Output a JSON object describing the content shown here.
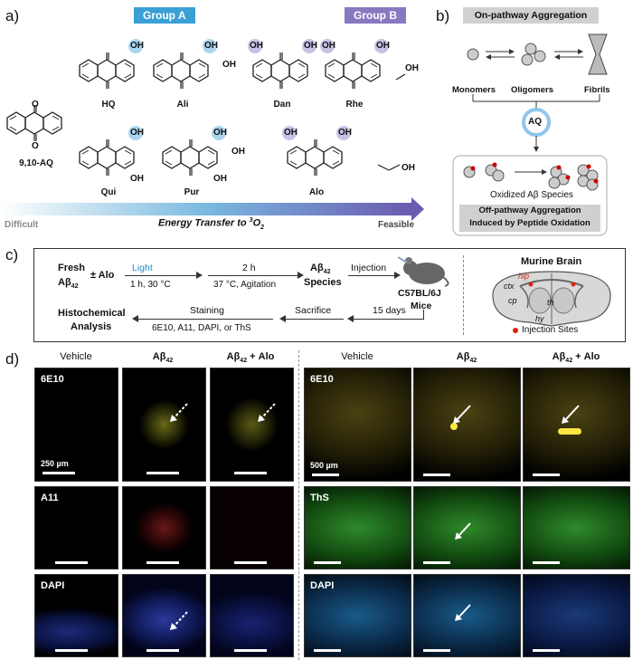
{
  "panels": {
    "a": "a)",
    "b": "b)",
    "c": "c)",
    "d": "d)"
  },
  "panel_a": {
    "group_a": "Group A",
    "group_b": "Group B",
    "compounds": {
      "aq": "9,10-AQ",
      "hq": "HQ",
      "ali": "Ali",
      "dan": "Dan",
      "rhe": "Rhe",
      "qui": "Qui",
      "pur": "Pur",
      "alo": "Alo"
    },
    "labels": {
      "oh": "OH",
      "o": "O",
      "cooh_o": "O",
      "cooh_oh": "OH"
    },
    "gradient": {
      "left": "Difficult",
      "center": "Energy Transfer to ",
      "center_sup": "3",
      "center_o": "O",
      "center_sub": "2",
      "right": "Feasible"
    },
    "colors": {
      "group_a": "#3aa0d4",
      "group_b": "#8878c0",
      "circle_a": "#a9d6ee",
      "circle_b": "#c9c0e6"
    }
  },
  "panel_b": {
    "on_pathway": "On-pathway Aggregation",
    "monomers": "Monomers",
    "oligomers": "Oligomers",
    "fibrils": "Fibrils",
    "aq": "AQ",
    "oxidized": "Oxidized Aβ Species",
    "off_pathway_1": "Off-pathway Aggregation",
    "off_pathway_2": "Induced by Peptide Oxidation"
  },
  "panel_c": {
    "fresh": "Fresh",
    "abeta": "Aβ",
    "abeta_sub": "42",
    "pm_alo": "± Alo",
    "light": "Light",
    "light_cond": "1 h, 30 °C",
    "two_h": "2 h",
    "agitation": "37 °C, Agitation",
    "species": "Species",
    "injection": "Injection",
    "mice_1": "C57BL/6J",
    "mice_2": "Mice",
    "fifteen_days": "15 days",
    "sacrifice": "Sacrifice",
    "staining": "Staining",
    "stains": "6E10, A11, DAPI, or ThS",
    "histo_1": "Histochemical",
    "histo_2": "Analysis",
    "brain_title": "Murine Brain",
    "regions": {
      "hip": "hip",
      "ctx": "ctx",
      "th": "th",
      "cp": "cp",
      "hy": "hy"
    },
    "injection_sites": "Injection Sites"
  },
  "panel_d": {
    "col_vehicle": "Vehicle",
    "col_abeta": "Aβ",
    "col_abeta_sub": "42",
    "col_alo": " + Alo",
    "left_rows": [
      "6E10",
      "A11",
      "DAPI"
    ],
    "right_rows": [
      "6E10",
      "ThS",
      "DAPI"
    ],
    "left_scale": "250 µm",
    "right_scale": "500 µm"
  }
}
